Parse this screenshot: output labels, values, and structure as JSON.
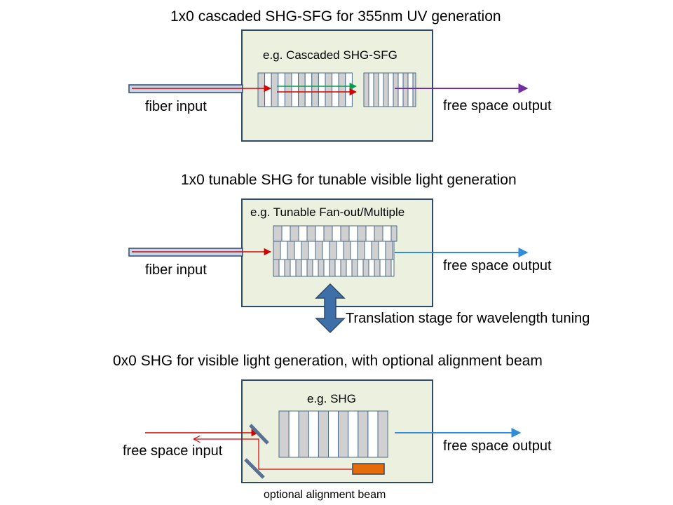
{
  "sections": [
    {
      "title": "1x0 cascaded SHG-SFG for 355nm UV generation",
      "box_label": "e.g. Cascaded SHG-SFG",
      "input_label": "fiber input",
      "output_label": "free space output"
    },
    {
      "title": "1x0  tunable SHG for tunable visible light generation",
      "box_label": "e.g. Tunable Fan-out/Multiple",
      "input_label": "fiber input",
      "output_label": "free space output",
      "stage_label": "Translation stage for wavelength tuning"
    },
    {
      "title": "0x0 SHG for visible light generation, with optional alignment beam",
      "box_label": "e.g. SHG",
      "input_label": "free space input",
      "output_label": "free space output",
      "alignment_label": "optional alignment beam"
    }
  ],
  "colors": {
    "box_fill": "#EBF1DE",
    "box_stroke": "#2E4A6B",
    "fiber_fill": "#C5D5EA",
    "fiber_stroke": "#2E4A6B",
    "red_beam": "#D40000",
    "green_beam": "#00A050",
    "uv_beam": "#7030A0",
    "blue_beam": "#2E8CD8",
    "crystal_gray": "#D0D0D0",
    "crystal_stroke": "#4A6A8A",
    "stage_arrow": "#3F6FA8",
    "laser_fill": "#E46C0A"
  }
}
